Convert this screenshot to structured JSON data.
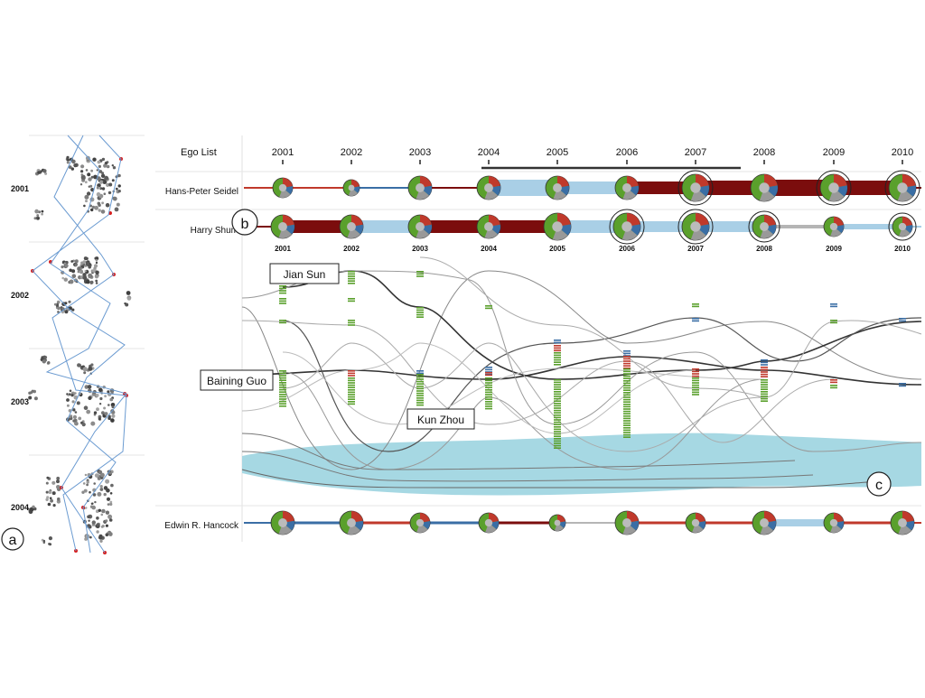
{
  "panel_a": {
    "marker": "a",
    "year_labels": [
      "2001",
      "2002",
      "2003",
      "2004"
    ]
  },
  "panel_b": {
    "marker": "b",
    "header": "Ego List",
    "years": [
      "2001",
      "2002",
      "2003",
      "2004",
      "2005",
      "2006",
      "2007",
      "2008",
      "2009",
      "2010"
    ],
    "egos": [
      {
        "name": "Hans-Peter Seidel",
        "links": [
          "red",
          "blue",
          "darkred",
          "lightblue",
          "lightblue",
          "darkred",
          "darkred",
          "darkred",
          "darkred"
        ],
        "link_weights": [
          2,
          2,
          2,
          18,
          14,
          14,
          16,
          18,
          16
        ],
        "node_sizes": [
          3,
          2,
          4,
          4,
          4,
          4,
          5,
          5,
          5,
          5
        ],
        "rings": [
          false,
          false,
          false,
          false,
          false,
          false,
          true,
          false,
          true,
          true
        ]
      },
      {
        "name": "Harry Shum",
        "links": [
          "darkred",
          "lightblue",
          "darkred",
          "darkred",
          "lightblue",
          "lightblue",
          "lightblue",
          "gray",
          "lightblue"
        ],
        "link_weights": [
          14,
          14,
          14,
          14,
          14,
          12,
          12,
          4,
          6
        ],
        "node_sizes": [
          4,
          4,
          4,
          4,
          5,
          5,
          5,
          4,
          3,
          3
        ],
        "rings": [
          false,
          false,
          false,
          false,
          false,
          true,
          true,
          true,
          false,
          true
        ]
      },
      {
        "name": "Edwin R. Hancock",
        "links": [
          "blue",
          "red",
          "blue",
          "darkred",
          "gray",
          "red",
          "red",
          "lightblue",
          "red"
        ],
        "link_weights": [
          3,
          3,
          3,
          3,
          2,
          3,
          3,
          8,
          3
        ],
        "node_sizes": [
          4,
          4,
          3,
          3,
          2,
          4,
          3,
          4,
          3,
          4
        ],
        "rings": [
          false,
          false,
          false,
          false,
          false,
          false,
          false,
          false,
          false,
          false
        ]
      }
    ]
  },
  "panel_c": {
    "marker": "c",
    "labels": [
      "Jian Sun",
      "Baining Guo",
      "Kun Zhou"
    ]
  },
  "colors": {
    "red": "#c0392b",
    "blue": "#3a6ea5",
    "darkred": "#7b0d0d",
    "lightblue": "#a9cfe6",
    "gray": "#b5b5b5",
    "green": "#5aa02c",
    "teal": "#a6d8e3"
  }
}
